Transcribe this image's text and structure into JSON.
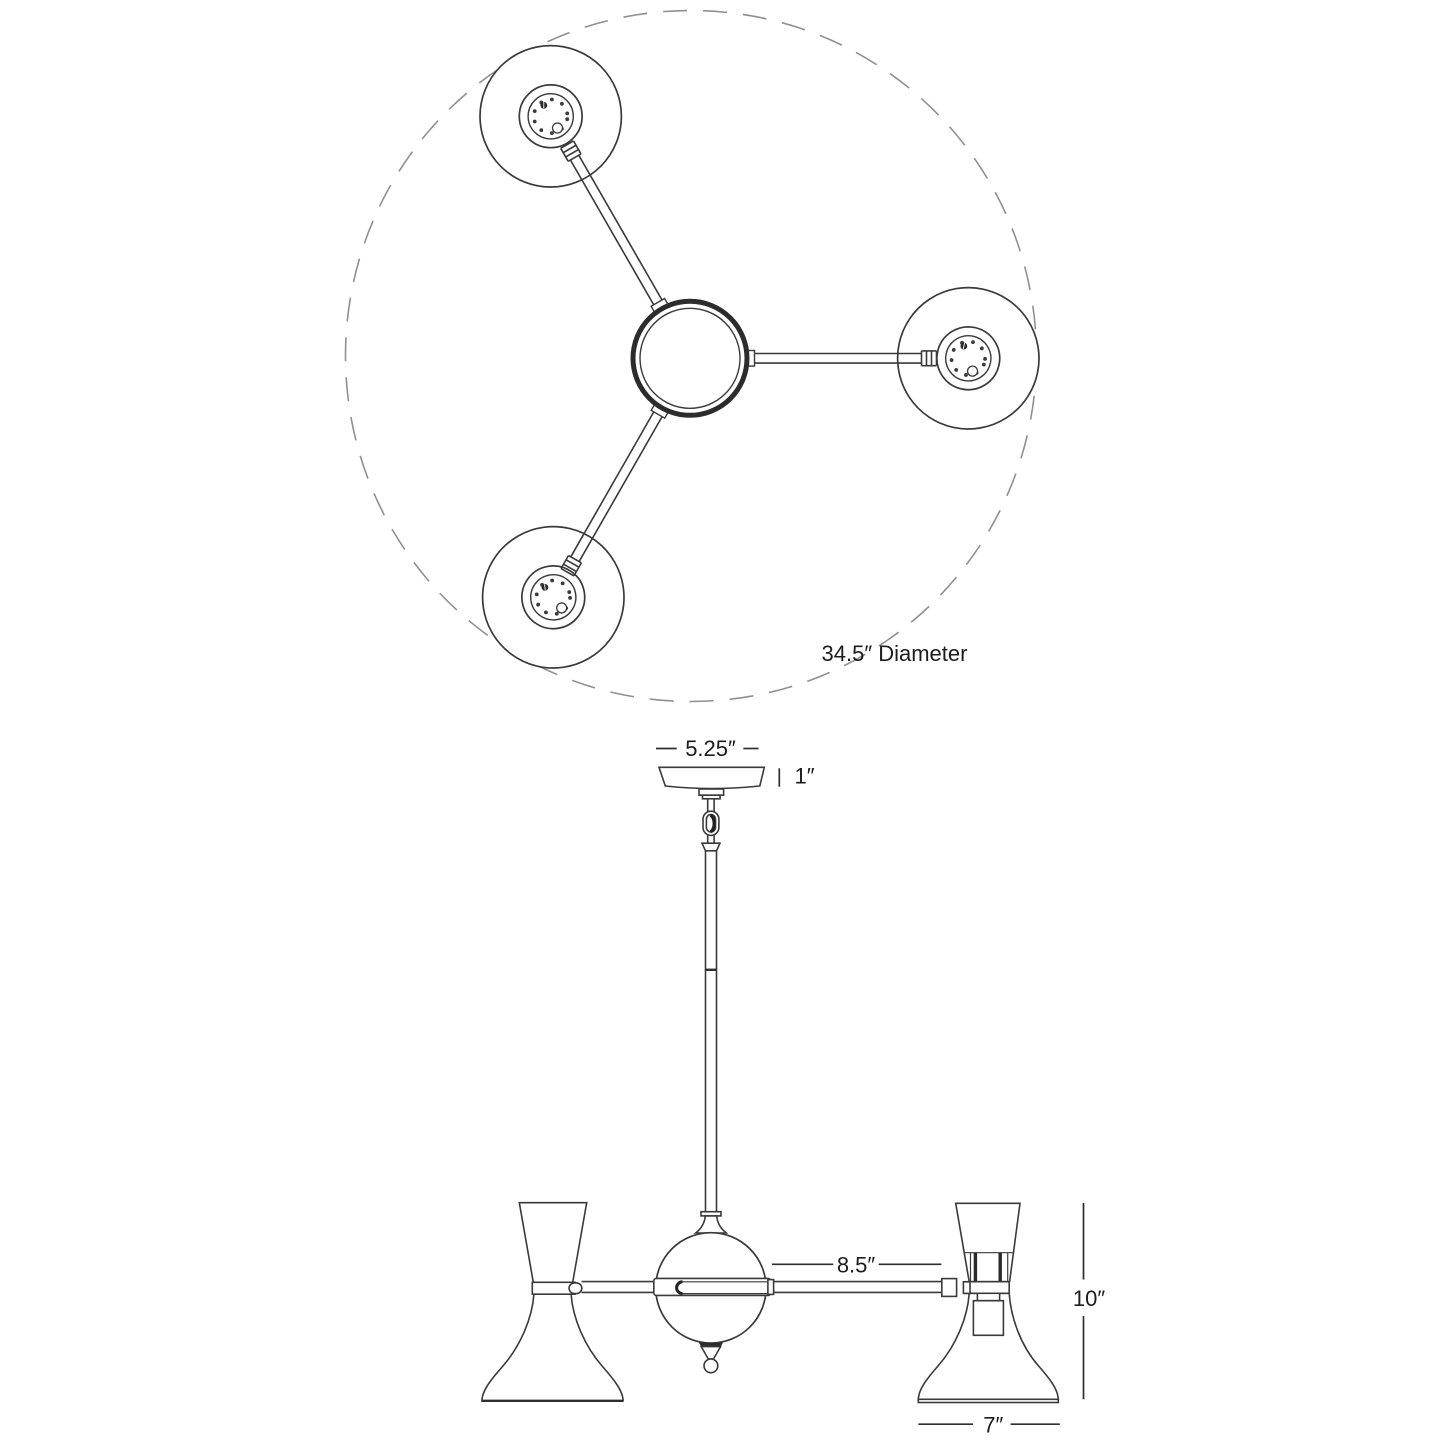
{
  "diagram": {
    "labels": {
      "diameter": "34.5″ Diameter",
      "canopy_width": "5.25″",
      "canopy_height": "1″",
      "arm_length": "8.5″",
      "shade_height": "10″",
      "shade_width": "7″"
    },
    "colors": {
      "line": "#3a3a3a",
      "dark_accent": "#2a2a2a",
      "dashed_circle": "#909090",
      "text": "#1c1c1c",
      "background": "#ffffff"
    }
  }
}
